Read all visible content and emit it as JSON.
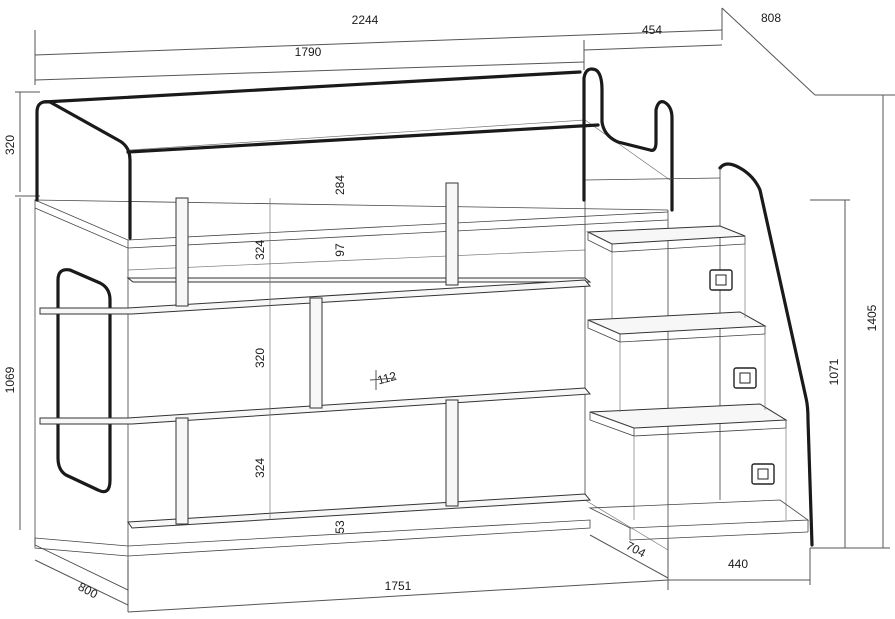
{
  "drawing": {
    "subject": "loft bed with shelves and side staircase",
    "dimensions": {
      "total_length": "2244",
      "bed_length": "1790",
      "stair_length": "454",
      "depth_top": "808",
      "rail_height": "320",
      "bed_height": "1069",
      "stair_height": "1405",
      "stair_lower_height": "1071",
      "top_shelf_gap": "284",
      "shelf_gap_upper": "324",
      "upper_cubby": "97",
      "middle_gap": "320",
      "partition_width": "112",
      "shelf_gap_lower": "324",
      "bottom_gap": "53",
      "bed_depth": "800",
      "base_length": "1751",
      "stair_depth": "704",
      "stair_width": "440"
    }
  }
}
